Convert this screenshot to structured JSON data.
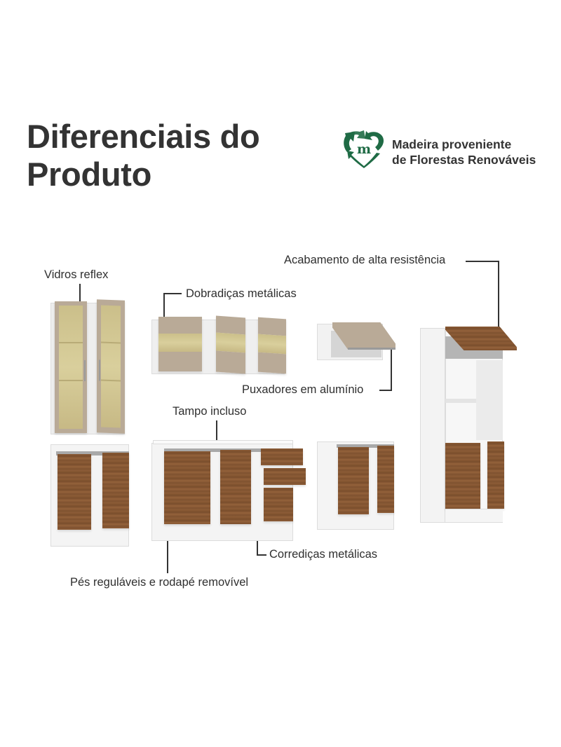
{
  "header": {
    "title_line1": "Diferenciais do",
    "title_line2": "Produto"
  },
  "badge": {
    "icon": "recycle-heart-m-icon",
    "line1": "Madeira proveniente",
    "line2": "de Florestas Renováveis",
    "color": "#1f6b45"
  },
  "features": {
    "glass": "Vidros reflex",
    "hinges": "Dobradiças metálicas",
    "finish": "Acabamento de alta resistência",
    "handles": "Puxadores em alumínio",
    "countertop": "Tampo incluso",
    "slides": "Corrediças metálicas",
    "feet": "Pés reguláveis e rodapé removível"
  },
  "colors": {
    "wood": "#8a5a34",
    "beige": "#b9aa97",
    "glass": "#d2c690",
    "carcass": "#f2f2f2",
    "text": "#2f2f2f"
  }
}
